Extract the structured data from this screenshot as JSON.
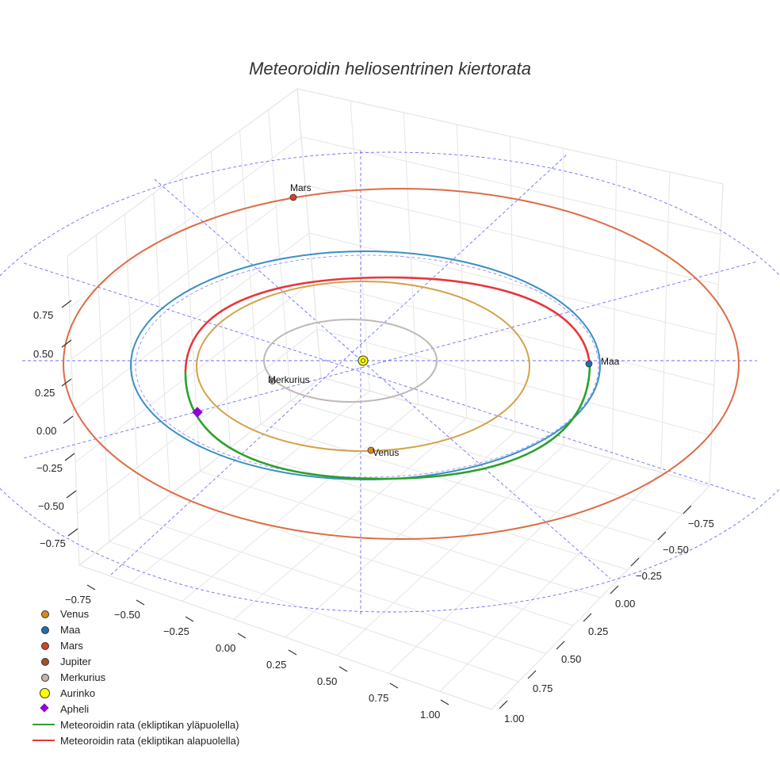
{
  "chart_data": {
    "type": "line3d",
    "title": "Meteoroidin heliosentrinen kiertorata",
    "axes": {
      "x": {
        "ticks": [
          "−0.75",
          "−0.50",
          "−0.25",
          "0.00",
          "0.25",
          "0.50",
          "0.75",
          "1.00"
        ]
      },
      "y": {
        "ticks": [
          "−0.75",
          "−0.50",
          "−0.25",
          "0.00",
          "0.25",
          "0.50",
          "0.75",
          "1.00"
        ]
      },
      "z": {
        "ticks": [
          "0.75",
          "0.50",
          "0.25",
          "0.00",
          "−0.25",
          "−0.50",
          "−0.75"
        ]
      }
    },
    "grid": true,
    "legend_position": "bottom-left",
    "orbits": [
      {
        "name": "Merkurius",
        "color": "#c0b8b4"
      },
      {
        "name": "Venus",
        "color": "#d4a24a"
      },
      {
        "name": "Maa",
        "color": "#3a8fc4"
      },
      {
        "name": "Mars",
        "color": "#dd6c44"
      }
    ],
    "meteoroid_orbit": {
      "above_label": "Meteoroidin rata (ekliptikan yläpuolella)",
      "below_label": "Meteoroidin rata (ekliptikan alapuolella)",
      "above_color": "#2ca02c",
      "below_color": "#e8353a"
    },
    "points": [
      {
        "name": "Mars",
        "label": "Mars",
        "color": "#d2451e"
      },
      {
        "name": "Maa",
        "label": "Maa",
        "color": "#1f6fb4"
      },
      {
        "name": "Venus",
        "label": "Venus",
        "color": "#d88a1c"
      },
      {
        "name": "Merkurius",
        "label": "Merkurius",
        "color": "#c8b4a8"
      },
      {
        "name": "Aurinko",
        "label": "",
        "color": "#ffff00"
      },
      {
        "name": "Apheli",
        "label": "",
        "color": "#9400d3"
      }
    ],
    "legend": [
      {
        "label": "Venus",
        "symbol": "dot",
        "color": "#d88a1c"
      },
      {
        "label": "Maa",
        "symbol": "dot",
        "color": "#1f6fb4"
      },
      {
        "label": "Mars",
        "symbol": "dot",
        "color": "#d2451e"
      },
      {
        "label": "Jupiter",
        "symbol": "dot",
        "color": "#a0522d"
      },
      {
        "label": "Merkurius",
        "symbol": "dot",
        "color": "#c8b4a8"
      },
      {
        "label": "Aurinko",
        "symbol": "big",
        "color": "#ffff00"
      },
      {
        "label": "Apheli",
        "symbol": "diamond",
        "color": "#9400d3"
      },
      {
        "label": "Meteoroidin rata (ekliptikan yläpuolella)",
        "symbol": "line",
        "color": "#2ca02c"
      },
      {
        "label": "Meteoroidin rata (ekliptikan alapuolella)",
        "symbol": "line",
        "color": "#e8353a"
      }
    ],
    "reference_lines_color": "#4a4aff"
  }
}
